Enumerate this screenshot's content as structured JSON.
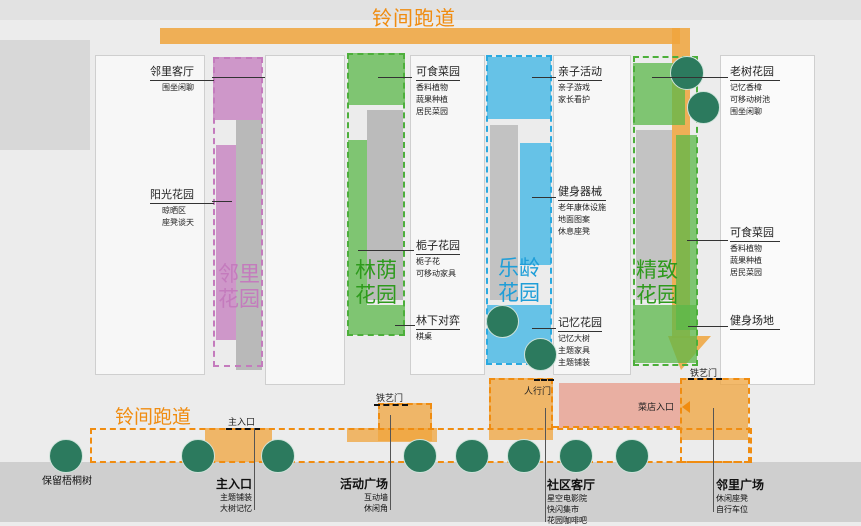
{
  "title_top": "铃间跑道",
  "title_bottom": "铃间跑道",
  "colors": {
    "orange": "#f0a43c",
    "purple": "#c47bbd",
    "green": "#5bb84a",
    "blue": "#3ab4e6",
    "salmon": "#e9a99a",
    "tree": "#2c7a5e"
  },
  "zones": [
    {
      "name": "邻里花园",
      "color": "#c47bbd"
    },
    {
      "name": "林荫花园",
      "color": "#43a62e"
    },
    {
      "name": "乐龄花园",
      "color": "#2aa9e0"
    },
    {
      "name": "精致花园",
      "color": "#43a62e"
    }
  ],
  "labels": {
    "linli_keting": {
      "title": "邻里客厅",
      "sub": [
        "围坐闲聊"
      ]
    },
    "yangguang": {
      "title": "阳光花园",
      "sub": [
        "晾晒区",
        "座凳谈天"
      ]
    },
    "keshi1": {
      "title": "可食菜园",
      "sub": [
        "香料植物",
        "蔬果种植",
        "居民菜园"
      ]
    },
    "zhizi": {
      "title": "栀子花园",
      "sub": [
        "栀子花",
        "可移动家具"
      ]
    },
    "linxia": {
      "title": "林下对弈",
      "sub": [
        "棋桌"
      ]
    },
    "qinzi": {
      "title": "亲子活动",
      "sub": [
        "亲子游戏",
        "家长看护"
      ]
    },
    "jianshen": {
      "title": "健身器械",
      "sub": [
        "老年康体设施",
        "地面图案",
        "休息座凳"
      ]
    },
    "jiyi": {
      "title": "记忆花园",
      "sub": [
        "记忆大树",
        "主题家具",
        "主题铺装"
      ]
    },
    "laoshu": {
      "title": "老树花园",
      "sub": [
        "记忆香樟",
        "可移动树池",
        "围坐闲聊"
      ]
    },
    "keshi2": {
      "title": "可食菜园",
      "sub": [
        "香料植物",
        "蔬果种植",
        "居民菜园"
      ]
    },
    "jianshen_site": {
      "title": "健身场地",
      "sub": []
    }
  },
  "gates": {
    "main": "主入口",
    "iron1": "铁艺门",
    "pedestrian": "人行门",
    "shop": "菜店入口",
    "iron2": "铁艺门"
  },
  "bottom": {
    "tree": "保留梧桐树",
    "main_entry": {
      "title": "主入口",
      "sub": [
        "主题铺装",
        "大树记忆"
      ]
    },
    "activity": {
      "title": "活动广场",
      "sub": [
        "互动墙",
        "休闲角"
      ]
    },
    "community": {
      "title": "社区客厅",
      "sub": [
        "星空电影院",
        "快闪集市",
        "花园咖啡吧"
      ]
    },
    "neighbor": {
      "title": "邻里广场",
      "sub": [
        "休闲座凳",
        "自行车位"
      ]
    }
  }
}
